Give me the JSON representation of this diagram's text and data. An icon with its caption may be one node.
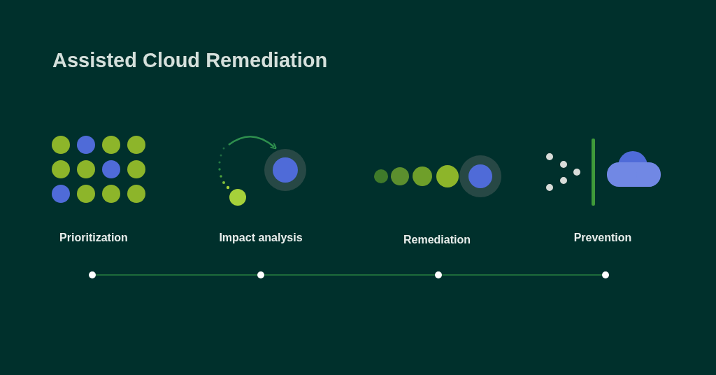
{
  "diagram": {
    "title": "Assisted Cloud Remediation",
    "nodes": [
      {
        "text": [],
        "shape": "circle"
      },
      {
        "text": [],
        "shape": "circle"
      },
      {
        "text": [],
        "shape": "circle"
      },
      {
        "text": [],
        "shape": "circle"
      }
    ],
    "edges": [
      {
        "from": 0,
        "to": 1,
        "arrow": "none"
      },
      {
        "from": 1,
        "to": 2,
        "arrow": "none"
      },
      {
        "from": 2,
        "to": 3,
        "arrow": "none"
      }
    ],
    "labels": [
      "Prioritization",
      "Impact analysis",
      "Remediation",
      "Prevention"
    ]
  }
}
